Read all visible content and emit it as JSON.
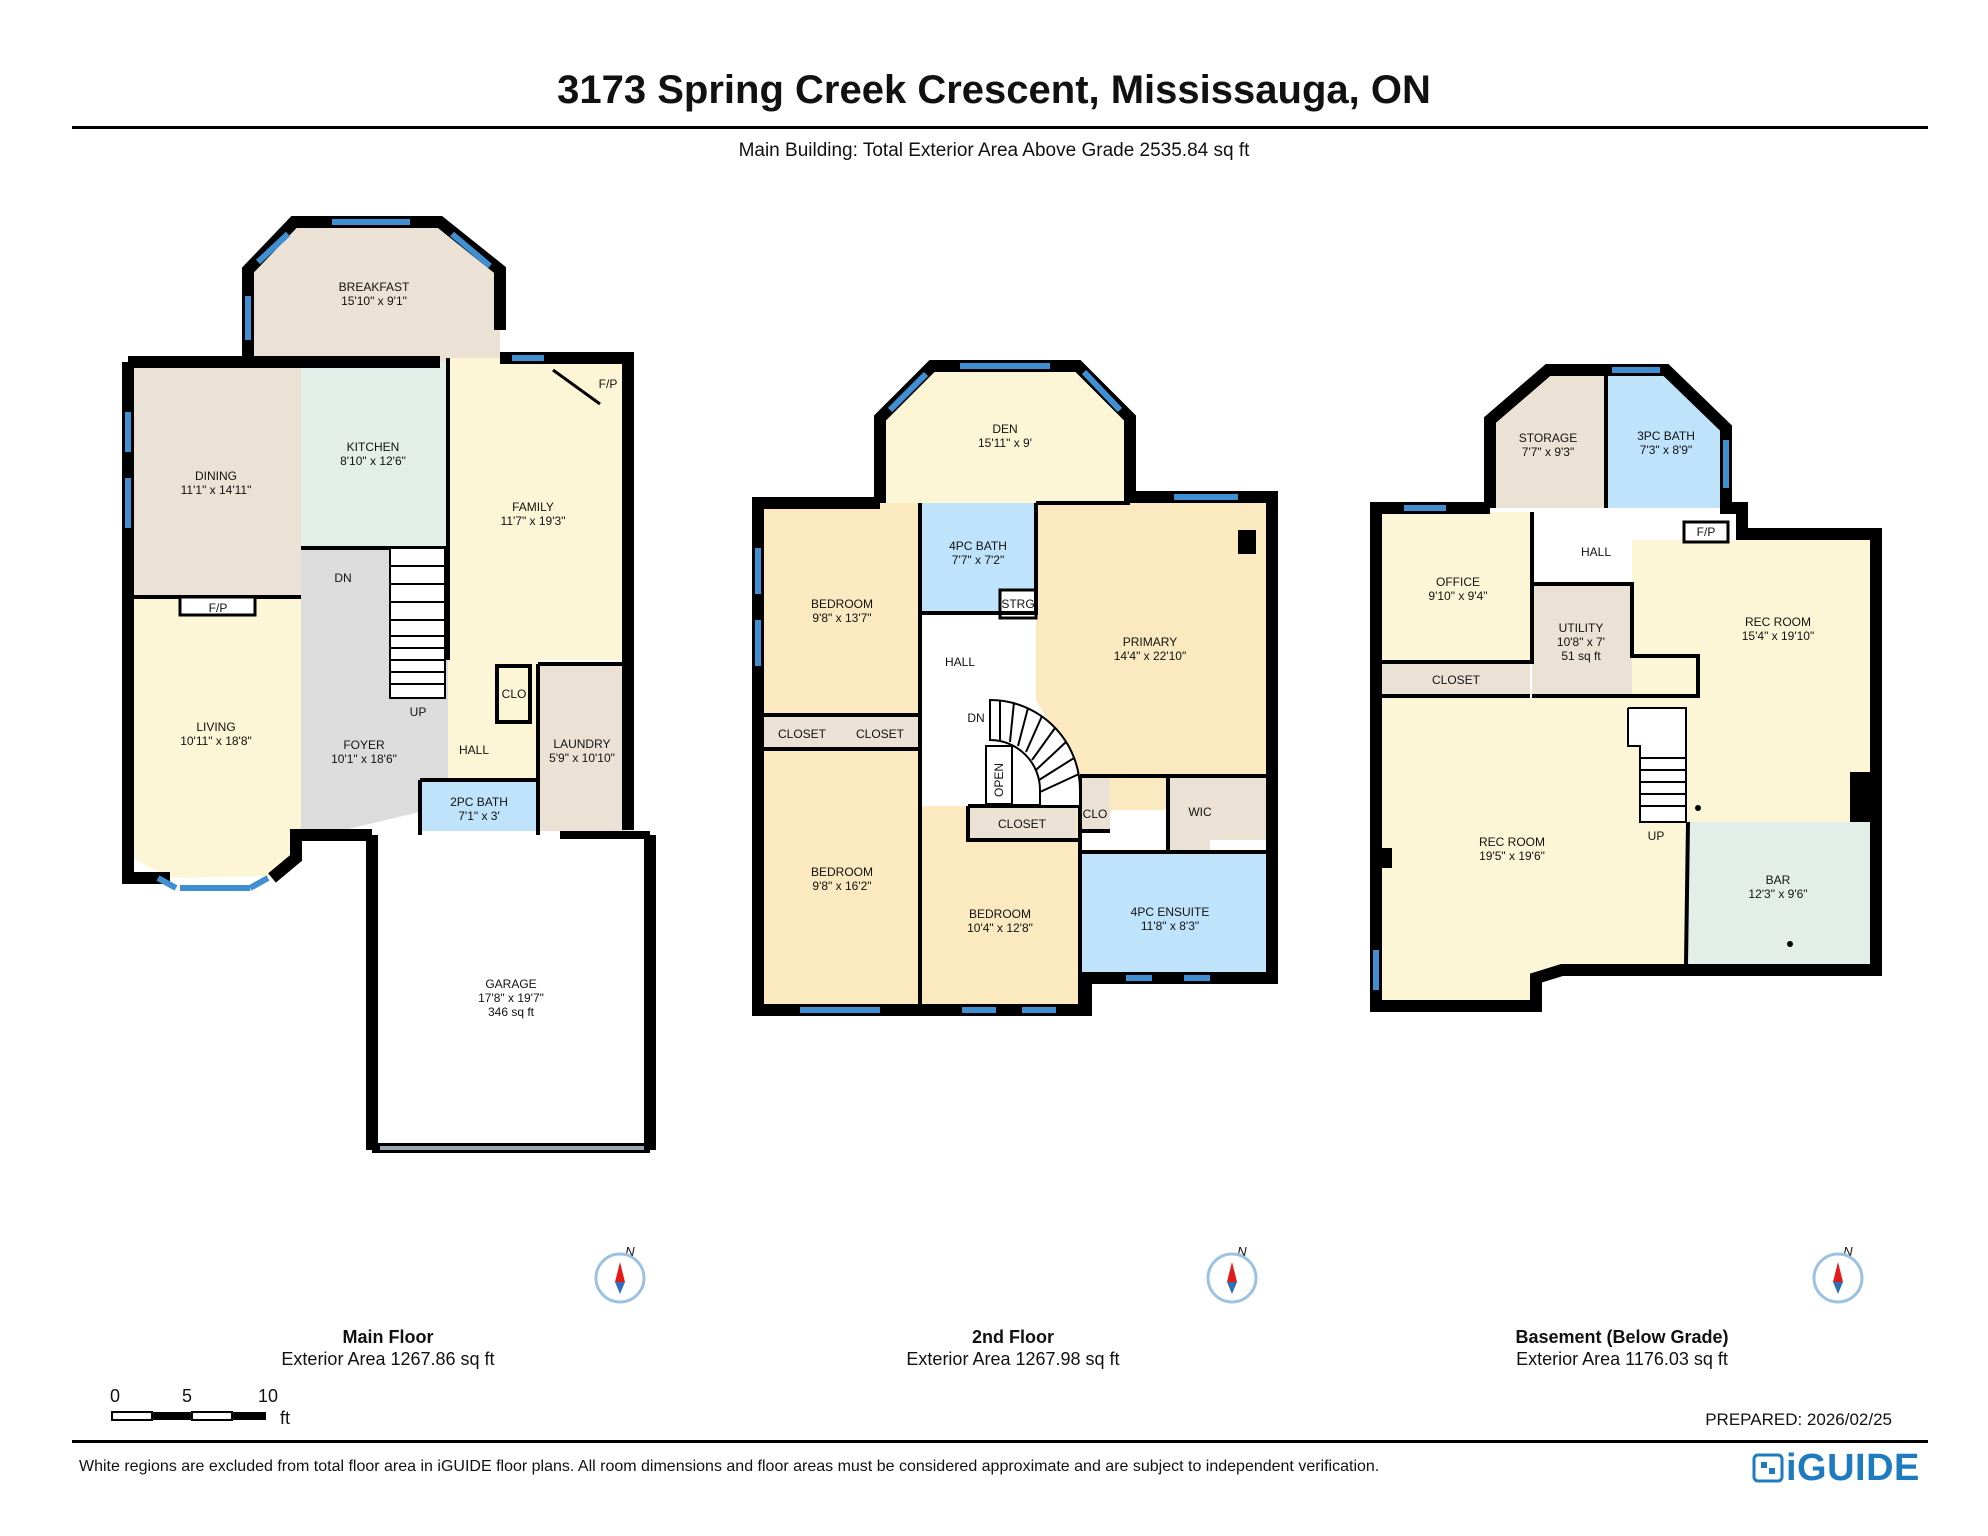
{
  "header": {
    "title": "3173 Spring Creek Crescent, Mississauga, ON",
    "subtitle": "Main Building: Total Exterior Area Above Grade 2535.84 sq ft"
  },
  "colors": {
    "wall": "#000000",
    "window": "#3f8fd2",
    "living_room": "#fdf6d6",
    "wood_room": "#ebe2d5",
    "kitchen": "#e4eee8",
    "hall": "#dcdcdc",
    "bath": "#bfe3fb",
    "bedroom": "#fbe9bf",
    "brand": "#1e7bc0",
    "compass_needle": "#e21a1a"
  },
  "floors": [
    {
      "name": "Main Floor",
      "area": "Exterior Area 1267.86 sq ft",
      "compass_label": "N",
      "rooms": [
        {
          "name": "BREAKFAST",
          "dims": "15'10\" x 9'1\""
        },
        {
          "name": "DINING",
          "dims": "11'1\" x 14'11\""
        },
        {
          "name": "KITCHEN",
          "dims": "8'10\" x 12'6\""
        },
        {
          "name": "FAMILY",
          "dims": "11'7\" x 19'3\""
        },
        {
          "name": "LIVING",
          "dims": "10'11\" x 18'8\""
        },
        {
          "name": "FOYER",
          "dims": "10'1\" x 18'6\""
        },
        {
          "name": "LAUNDRY",
          "dims": "5'9\" x 10'10\""
        },
        {
          "name": "2PC BATH",
          "dims": "7'1\" x 3'"
        },
        {
          "name": "GARAGE",
          "dims": "17'8\" x 19'7\"",
          "area": "346 sq ft"
        }
      ],
      "labels": [
        "F/P",
        "F/P",
        "DN",
        "UP",
        "CLO",
        "HALL"
      ]
    },
    {
      "name": "2nd Floor",
      "area": "Exterior Area 1267.98 sq ft",
      "compass_label": "N",
      "rooms": [
        {
          "name": "DEN",
          "dims": "15'11\" x 9'"
        },
        {
          "name": "BEDROOM",
          "dims": "9'8\" x 13'7\""
        },
        {
          "name": "4PC BATH",
          "dims": "7'7\" x 7'2\""
        },
        {
          "name": "PRIMARY",
          "dims": "14'4\" x 22'10\""
        },
        {
          "name": "BEDROOM",
          "dims": "9'8\" x 16'2\""
        },
        {
          "name": "BEDROOM",
          "dims": "10'4\" x 12'8\""
        },
        {
          "name": "4PC ENSUITE",
          "dims": "11'8\" x 8'3\""
        }
      ],
      "labels": [
        "STRG",
        "HALL",
        "DN",
        "OPEN",
        "CLOSET",
        "CLOSET",
        "CLOSET",
        "CLO",
        "WIC"
      ]
    },
    {
      "name": "Basement (Below Grade)",
      "area": "Exterior Area 1176.03 sq ft",
      "compass_label": "N",
      "rooms": [
        {
          "name": "STORAGE",
          "dims": "7'7\" x 9'3\""
        },
        {
          "name": "3PC BATH",
          "dims": "7'3\" x 8'9\""
        },
        {
          "name": "OFFICE",
          "dims": "9'10\" x 9'4\""
        },
        {
          "name": "UTILITY",
          "dims": "10'8\" x 7'",
          "area": "51 sq ft"
        },
        {
          "name": "REC ROOM",
          "dims": "15'4\" x 19'10\""
        },
        {
          "name": "REC ROOM",
          "dims": "19'5\" x 19'6\""
        },
        {
          "name": "BAR",
          "dims": "12'3\" x 9'6\""
        }
      ],
      "labels": [
        "HALL",
        "F/P",
        "CLOSET",
        "UP"
      ]
    }
  ],
  "scale_bar": {
    "ticks": [
      "0",
      "5",
      "10"
    ],
    "unit": "ft"
  },
  "footer": {
    "prepared": "PREPARED: 2026/02/25",
    "disclaimer": "White regions are excluded from total floor area in iGUIDE floor plans. All room dimensions and floor areas must be considered approximate and are subject to independent verification.",
    "brand": "iGUIDE",
    "brand_icon": "iguide-logo-icon"
  }
}
